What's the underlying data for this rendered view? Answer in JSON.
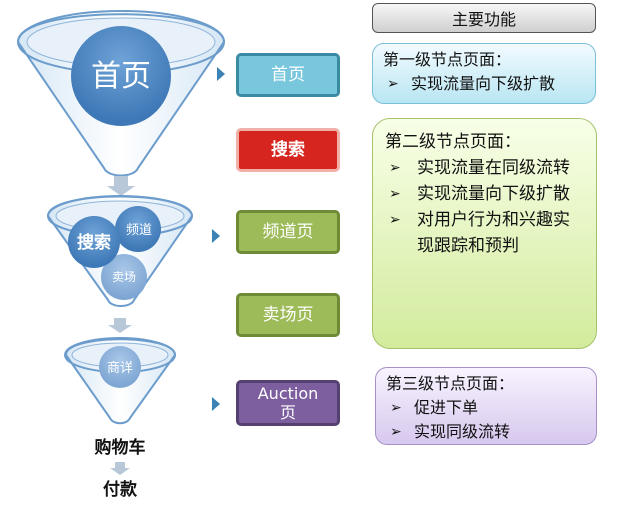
{
  "header": {
    "label": "主要功能"
  },
  "funnel": {
    "home_label": "首页",
    "search_label": "搜索",
    "channel_label": "频道",
    "venue_label": "卖场",
    "detail_label": "商详",
    "cart_label": "购物车",
    "pay_label": "付款"
  },
  "nodes": {
    "home": "首页",
    "search": "搜索",
    "channel": "频道页",
    "venue": "卖场页",
    "auction_line1": "Auction",
    "auction_line2": "页"
  },
  "descriptions": {
    "level1": {
      "title": "第一级节点页面：",
      "items": [
        "实现流量向下级扩散"
      ]
    },
    "level2": {
      "title": "第二级节点页面：",
      "items": [
        "实现流量在同级流转",
        "实现流量向下级扩散",
        "对用户行为和兴趣实现跟踪和预判"
      ]
    },
    "level3": {
      "title": "第三级节点页面：",
      "items": [
        "促进下单",
        "实现同级流转"
      ]
    }
  },
  "colors": {
    "funnel_blue": "#4f86c0",
    "home_node": "#79c7dd",
    "search_node": "#d6251f",
    "channel_node": "#9dbb58",
    "auction_node": "#7d5fa0",
    "pointer": "#3c82b5"
  }
}
